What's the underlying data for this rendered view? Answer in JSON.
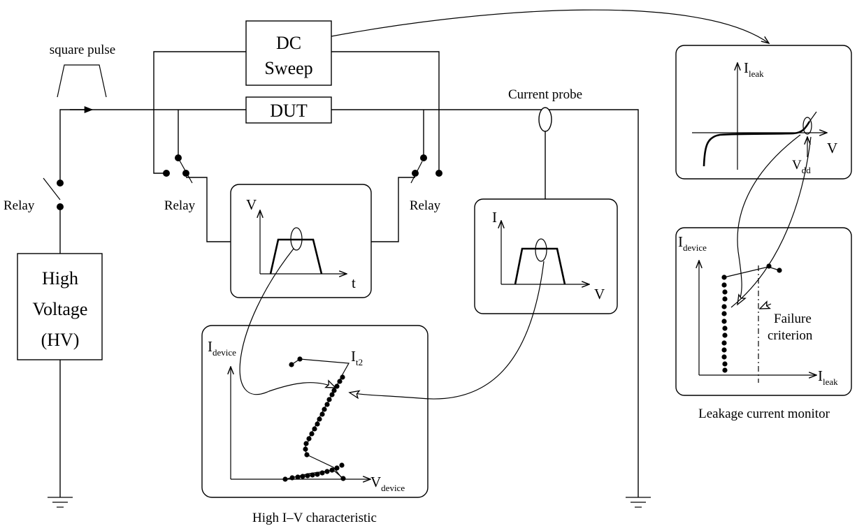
{
  "labels": {
    "square_pulse": "square pulse",
    "dc_sweep_line1": "DC",
    "dc_sweep_line2": "Sweep",
    "dut": "DUT",
    "current_probe": "Current probe",
    "relay_left": "Relay",
    "relay_mid": "Relay",
    "relay_right": "Relay",
    "hv_line1": "High",
    "hv_line2": "Voltage",
    "hv_line3": "(HV)",
    "v_axis": "V",
    "t_axis": "t",
    "i_axis": "I",
    "v_axis2": "V",
    "i_device": "I",
    "i_device_sub": "device",
    "v_device": "V",
    "v_device_sub": "device",
    "it2": "I",
    "it2_sub": "t2",
    "high_iv_caption": "High I–V characteristic",
    "i_leak": "I",
    "i_leak_sub": "leak",
    "v_leak": "V",
    "vdd": "V",
    "vdd_sub": "dd",
    "i_device2": "I",
    "i_device2_sub": "device",
    "i_leak2": "I",
    "i_leak2_sub": "leak",
    "failure_line1": "Failure",
    "failure_line2": "criterion",
    "leakage_caption": "Leakage current monitor"
  },
  "icons": {
    "ground": "ground-icon",
    "relay": "relay-switch-icon",
    "probe": "current-probe-icon",
    "pulse": "square-pulse-icon"
  }
}
